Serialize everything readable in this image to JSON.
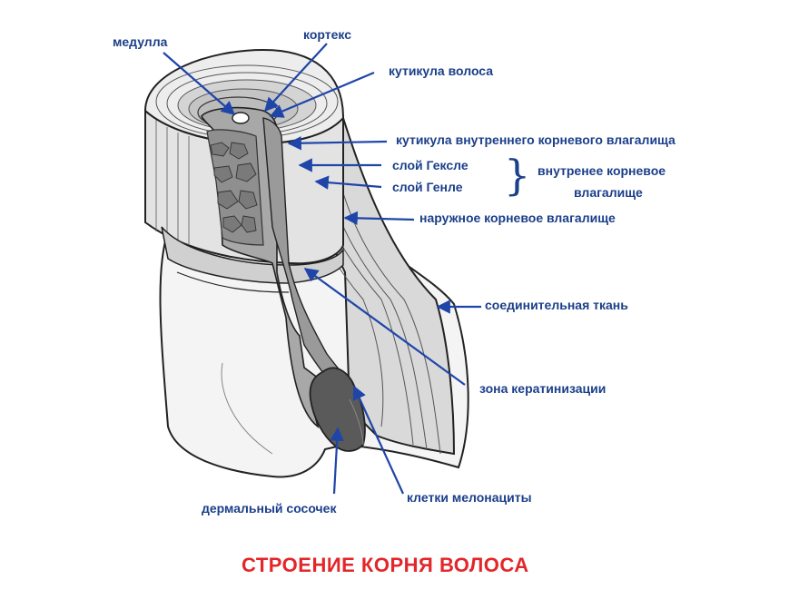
{
  "labels": {
    "medulla": "медулла",
    "cortex": "кортекс",
    "hair_cuticle": "кутикула волоса",
    "inner_sheath_cuticle": "кутикула внутреннего корневого влагалища",
    "huxley_layer": "слой Гексле",
    "henle_layer": "слой Генле",
    "inner_root_sheath_line1": "внутренее корневое",
    "inner_root_sheath_line2": "влагалище",
    "outer_root_sheath": "наружное корневое влагалище",
    "connective_tissue": "соединительная ткань",
    "keratinization_zone": "зона кератинизации",
    "dermal_papilla": "дермальный сосочек",
    "melanocytes": "клетки мелонациты"
  },
  "brace_glyph": "}",
  "title": "СТРОЕНИЕ КОРНЯ ВОЛОСА",
  "colors": {
    "label_text": "#1b3f8a",
    "arrow": "#1f45a8",
    "title": "#e3262a",
    "outline": "#222222",
    "sheath_light": "#d9d9d9",
    "sheath_mid": "#bdbdbd",
    "hair_shaft": "#8c8c8c",
    "papilla": "#5a5a5a"
  }
}
